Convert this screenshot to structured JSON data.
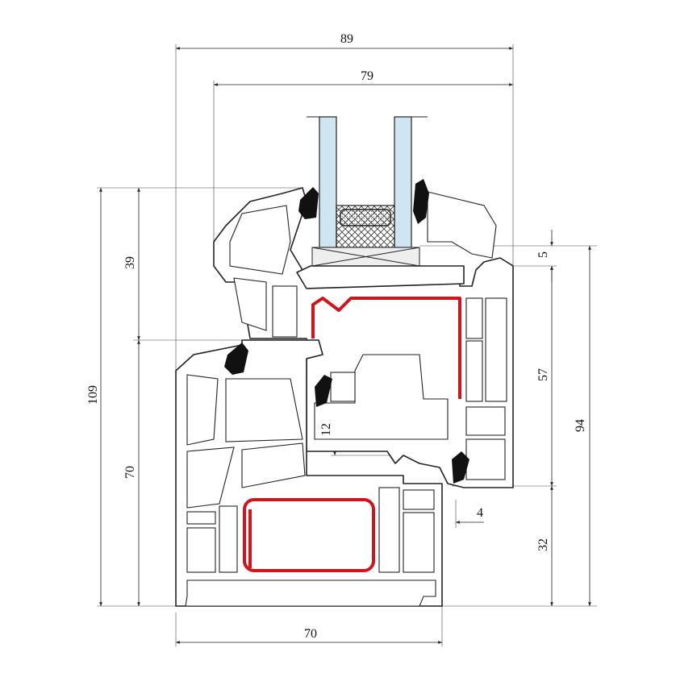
{
  "diagram": {
    "title": "window profile cross-section",
    "dimensions": {
      "overall_width": "89",
      "sash_width": "79",
      "left_total_height": "109",
      "left_upper_height": "39",
      "left_lower_height": "70",
      "bottom_frame_width": "70",
      "right_top": "5",
      "right_middle": "57",
      "right_total": "94",
      "right_bottom": "32",
      "inner_offset": "12",
      "overlap_gap": "4"
    },
    "colors": {
      "reinforcement": "#d0141c",
      "glass": "#cfe6f2",
      "outline": "#222222"
    }
  }
}
